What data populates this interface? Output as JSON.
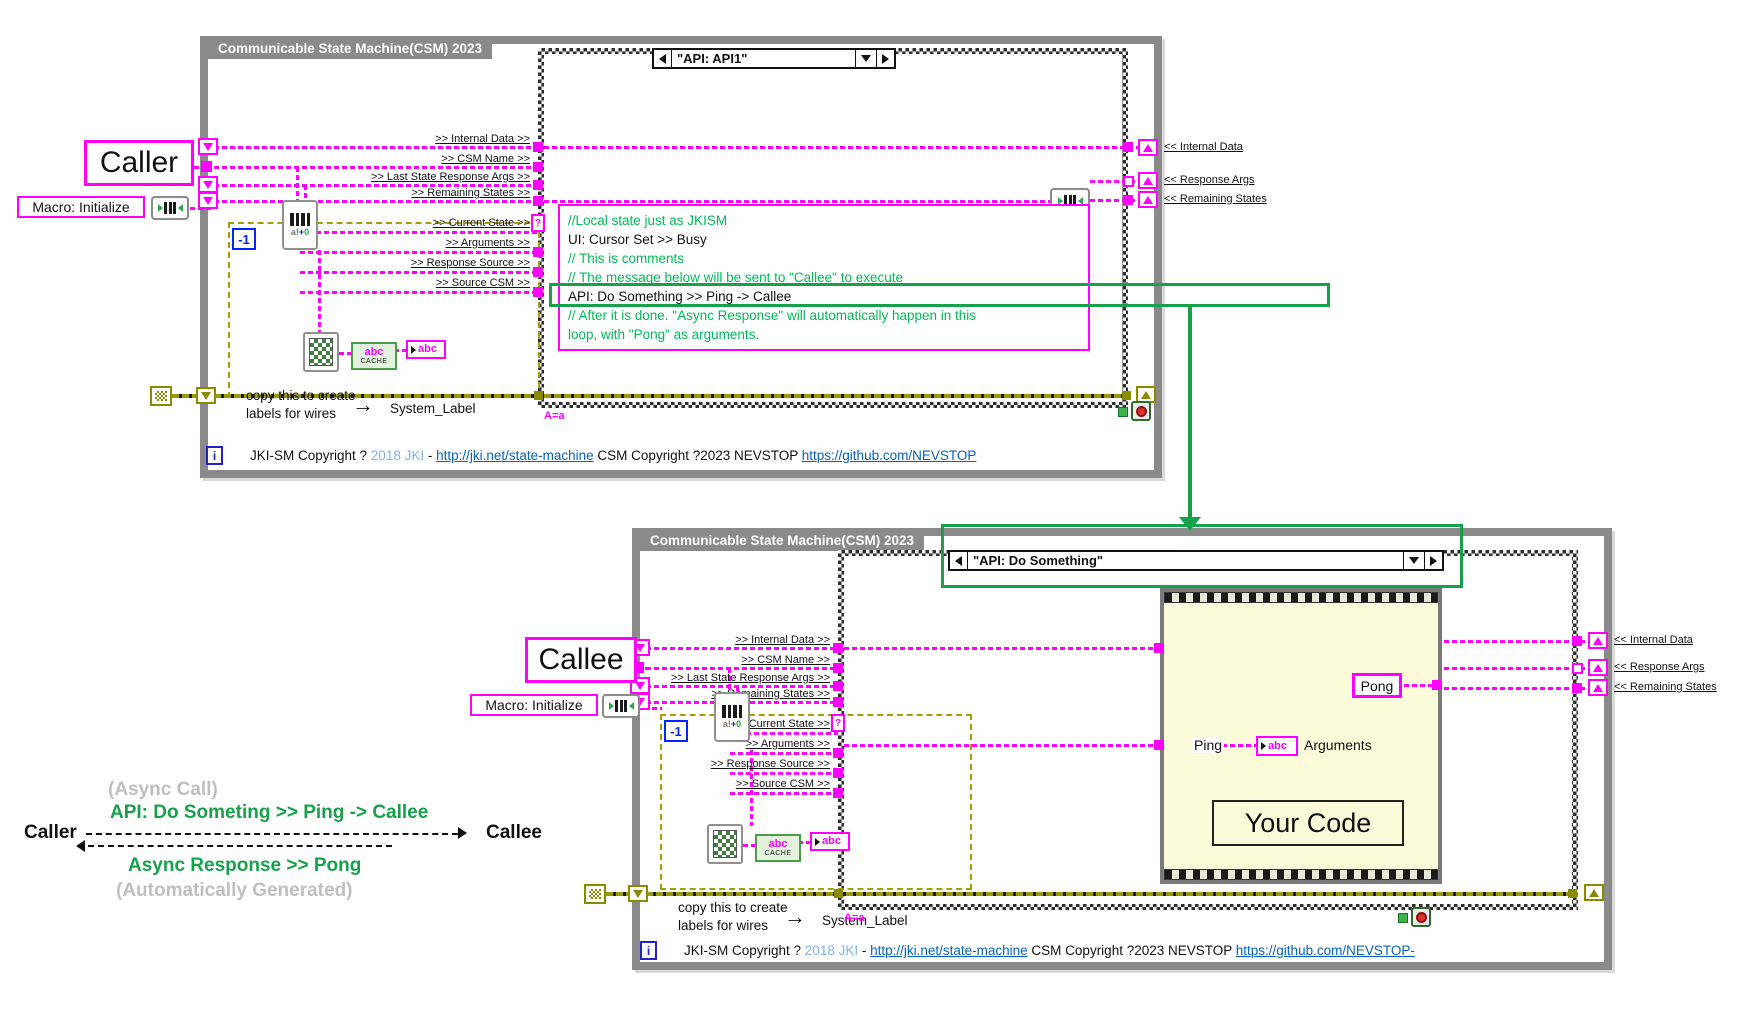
{
  "colors": {
    "magenta": "#FF00FF",
    "highlight_green": "#16A24B",
    "comment_green": "#00BC55",
    "olive_error": "#8B8B00",
    "link_blue": "#0563C1",
    "year_blue": "#7FB3E8",
    "border_gray": "#8A8A8A",
    "frame_yellow": "#FBFBD9",
    "constant_blue": "#0026FF"
  },
  "shared": {
    "loop_title": "Communicable State Machine(CSM) 2023",
    "macro_label": "Macro: Initialize",
    "wire_labels": [
      ">> Internal Data >>",
      ">> CSM Name >>",
      ">> Last State Response Args >>",
      ">> Remaining States >>",
      ">> Current State >>",
      ">> Arguments >>",
      ">> Response Source >>",
      ">> Source CSM >>"
    ],
    "output_labels": [
      "<< Internal Data",
      "<< Response Args",
      "<< Remaining States"
    ],
    "copy_note_line1": "copy this to create",
    "copy_note_line2": "labels for wires",
    "system_label": "System_Label",
    "case_match_indicator": "A=a",
    "shift_constant": "-1",
    "info_glyph": "i",
    "question_glyph": "?",
    "cache_icon_line1": "abc",
    "cache_icon_line2": "CACHE",
    "string_icon_text": "abc",
    "right_arrow_glyph": "→"
  },
  "top_loop": {
    "owner_label": "Caller",
    "selector": "\"API: API1\"",
    "comment_lines": [
      "//Local state just as JKISM",
      "UI: Cursor Set >> Busy",
      "// This is comments",
      "// The message below will be sent to \"Callee\" to execute",
      "API: Do Something >> Ping -> Callee",
      "// After it is done. \"Async Response\" will automatically happen in this",
      "loop, with \"Pong\" as arguments."
    ],
    "copyright": {
      "part1": "JKI-SM Copyright ? ",
      "year": "2018 JKI",
      "sep": " - ",
      "link1": "http://jki.net/state-machine",
      "part2": " CSM Copyright ?2023 NEVSTOP ",
      "link2": "https://github.com/NEVSTOP"
    }
  },
  "bottom_loop": {
    "owner_label": "Callee",
    "selector": "\"API: Do Something\"",
    "pong_label": "Pong",
    "ping_label": "Ping",
    "arguments_label": "Arguments",
    "your_code_label": "Your Code",
    "copyright": {
      "part1": "JKI-SM Copyright ? ",
      "year": "2018 JKI",
      "sep": " - ",
      "link1": "http://jki.net/state-machine",
      "part2": " CSM Copyright ?2023 NEVSTOP ",
      "link2": "https://github.com/NEVSTOP-"
    }
  },
  "annotation": {
    "async_call": "(Async Call)",
    "api_call_line": "API: Do Someting >> Ping -> Callee",
    "caller": "Caller",
    "callee": "Callee",
    "async_response_line": "Async Response >> Pong",
    "auto_generated": "(Automatically Generated)"
  }
}
